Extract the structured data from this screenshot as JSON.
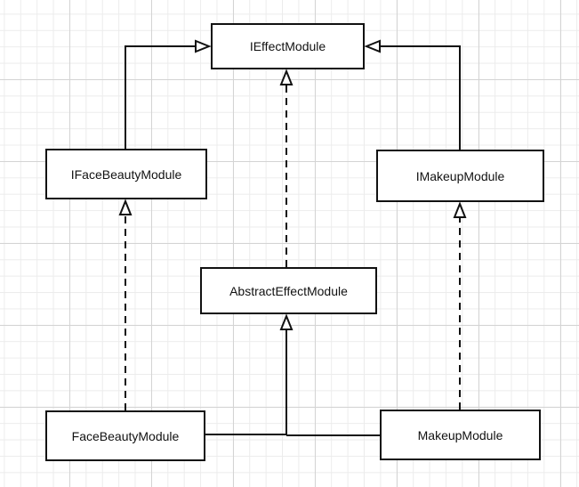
{
  "diagram": {
    "type": "uml-class-diagram",
    "nodes": {
      "ieffect": "IEffectModule",
      "iface": "IFaceBeautyModule",
      "imakeup": "IMakeupModule",
      "abstract": "AbstractEffectModule",
      "face": "FaceBeautyModule",
      "makeup": "MakeupModule"
    },
    "relations": [
      {
        "from": "IFaceBeautyModule",
        "to": "IEffectModule",
        "kind": "generalization",
        "style": "solid"
      },
      {
        "from": "IMakeupModule",
        "to": "IEffectModule",
        "kind": "generalization",
        "style": "solid"
      },
      {
        "from": "AbstractEffectModule",
        "to": "IEffectModule",
        "kind": "realization",
        "style": "dashed"
      },
      {
        "from": "FaceBeautyModule",
        "to": "IFaceBeautyModule",
        "kind": "realization",
        "style": "dashed"
      },
      {
        "from": "MakeupModule",
        "to": "IMakeupModule",
        "kind": "realization",
        "style": "dashed"
      },
      {
        "from": "FaceBeautyModule",
        "to": "AbstractEffectModule",
        "kind": "generalization",
        "style": "solid"
      },
      {
        "from": "MakeupModule",
        "to": "AbstractEffectModule",
        "kind": "generalization",
        "style": "solid"
      }
    ],
    "colors": {
      "line": "#111111",
      "grid_major": "#d4d4d4",
      "grid_minor": "#ececec",
      "box_fill": "#ffffff"
    }
  }
}
